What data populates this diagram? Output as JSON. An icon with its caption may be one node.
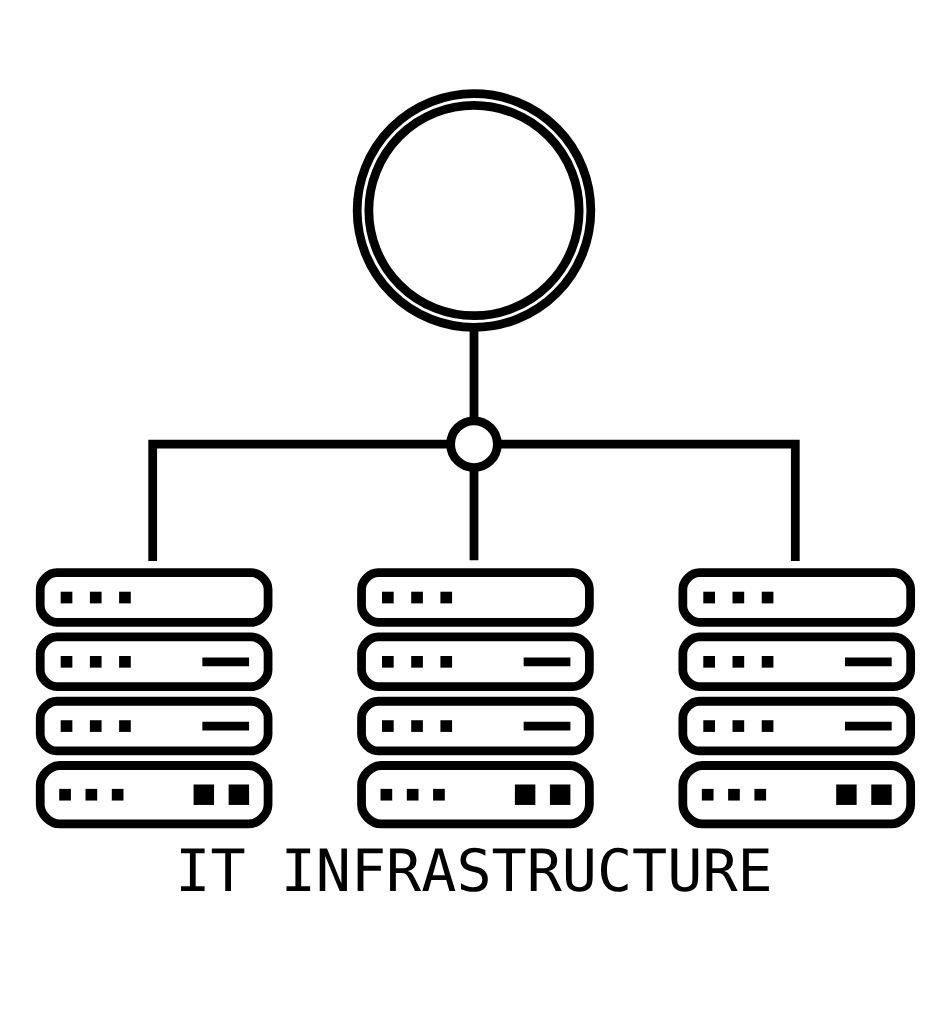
{
  "diagram": {
    "title": "IT INFRASTRUCTURE",
    "nodes": [
      {
        "text": [],
        "shape": "gear"
      },
      {
        "text": [],
        "shape": "circle"
      },
      {
        "text": [],
        "shape": "server"
      },
      {
        "text": [],
        "shape": "server"
      },
      {
        "text": [],
        "shape": "server"
      }
    ],
    "edges": [
      {
        "from": 0,
        "to": 1,
        "arrow": "none"
      },
      {
        "from": 1,
        "to": 2,
        "arrow": "none"
      },
      {
        "from": 1,
        "to": 3,
        "arrow": "none"
      },
      {
        "from": 1,
        "to": 4,
        "arrow": "none"
      }
    ]
  }
}
